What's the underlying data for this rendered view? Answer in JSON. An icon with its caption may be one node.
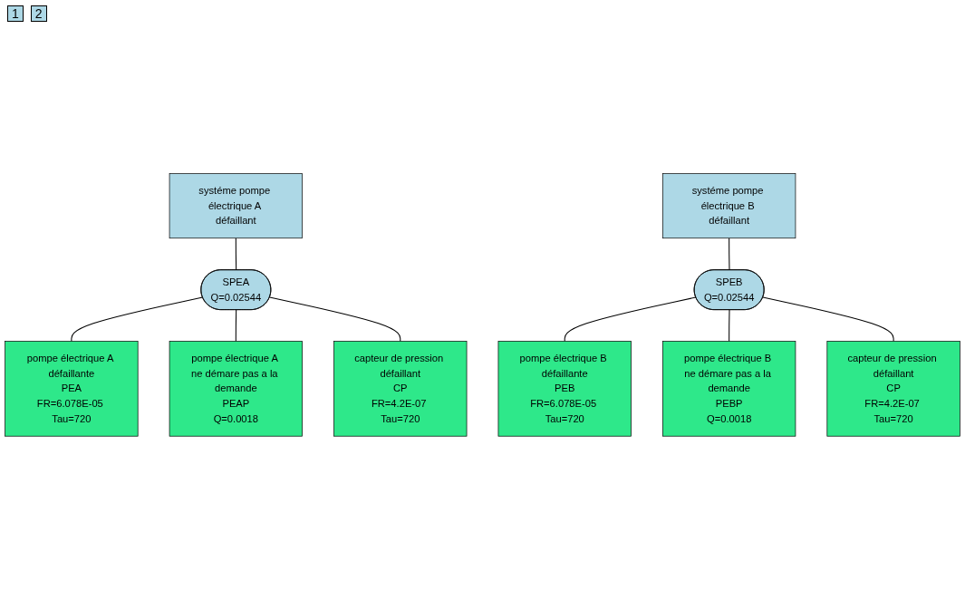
{
  "diagram": {
    "nodes": [
      {
        "text": [
          "systéme pompe électrique A défaillant"
        ]
      },
      {
        "text": [
          "SPEA",
          "Q=0.02544"
        ]
      },
      {
        "text": [
          "pompe électrique A défaillante",
          "PEA",
          "FR=6.078E-05 Tau=720"
        ]
      },
      {
        "text": [
          "pompe électrique A ne démare pas a la demande",
          "PEAP",
          "Q=0.0018"
        ]
      },
      {
        "text": [
          "capteur de pression défaillant",
          "CP",
          "FR=4.2E-07 Tau=720"
        ]
      },
      {
        "text": [
          "systéme pompe électrique B défaillant"
        ]
      },
      {
        "text": [
          "SPEB",
          "Q=0.02544"
        ]
      },
      {
        "text": [
          "pompe électrique B défaillante",
          "PEB",
          "FR=6.078E-05 Tau=720"
        ]
      },
      {
        "text": [
          "pompe électrique B ne démare pas a la demande",
          "PEBP",
          "Q=0.0018"
        ]
      },
      {
        "text": [
          "capteur de pression défaillant",
          "CP",
          "FR=4.2E-07 Tau=720"
        ]
      }
    ],
    "edges": [
      {
        "from": 0,
        "to": 1,
        "arrow": "none"
      },
      {
        "from": 1,
        "to": 2,
        "arrow": "none"
      },
      {
        "from": 1,
        "to": 3,
        "arrow": "none"
      },
      {
        "from": 1,
        "to": 4,
        "arrow": "none"
      },
      {
        "from": 5,
        "to": 6,
        "arrow": "none"
      },
      {
        "from": 6,
        "to": 7,
        "arrow": "none"
      },
      {
        "from": 6,
        "to": 8,
        "arrow": "none"
      },
      {
        "from": 6,
        "to": 9,
        "arrow": "none"
      }
    ],
    "labels": [
      "1",
      "2"
    ]
  }
}
